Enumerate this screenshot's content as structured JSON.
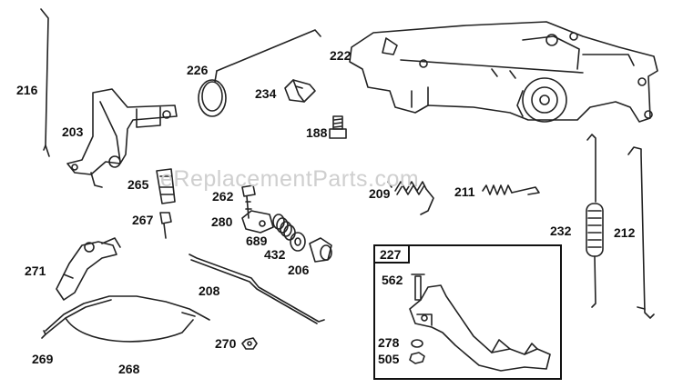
{
  "watermark": "eReplacementParts.com",
  "parts": {
    "p216": "216",
    "p203": "203",
    "p226": "226",
    "p234": "234",
    "p188": "188",
    "p222": "222",
    "p265": "265",
    "p262": "262",
    "p267": "267",
    "p280": "280",
    "p689": "689",
    "p432": "432",
    "p206": "206",
    "p209": "209",
    "p211": "211",
    "p232": "232",
    "p212": "212",
    "p271": "271",
    "p208": "208",
    "p269": "269",
    "p268": "268",
    "p270": "270",
    "p227": "227",
    "p562": "562",
    "p278": "278",
    "p505": "505"
  }
}
